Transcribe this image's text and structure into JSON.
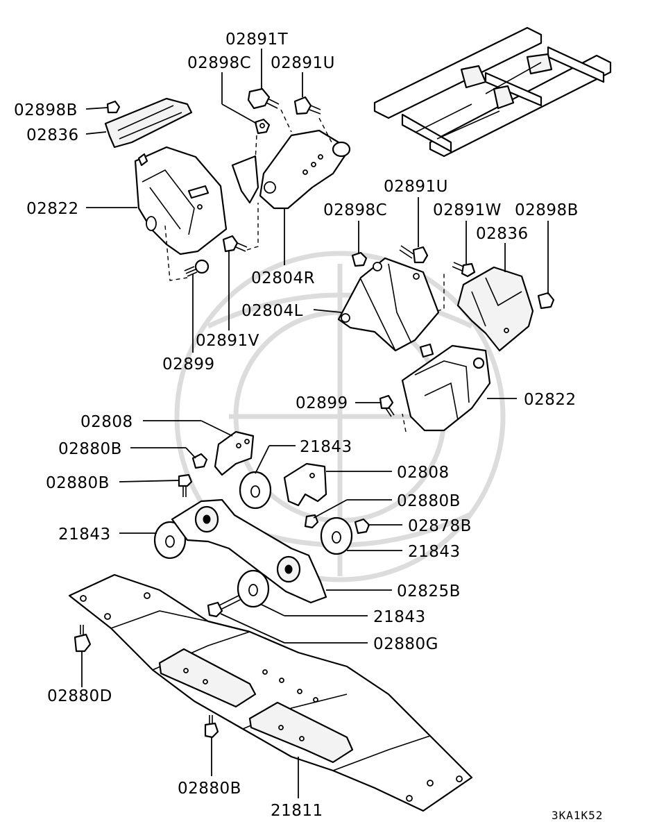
{
  "labels": {
    "l_02891T": "02891T",
    "l_02898C_top": "02898C",
    "l_02891U_top": "02891U",
    "l_02898B_top": "02898B",
    "l_02836_left": "02836",
    "l_02822_left": "02822",
    "l_02804R": "02804R",
    "l_02891V": "02891V",
    "l_02899_left": "02899",
    "l_02891U_mid": "02891U",
    "l_02898C_mid": "02898C",
    "l_02891W": "02891W",
    "l_02898B_right": "02898B",
    "l_02836_right": "02836",
    "l_02804L": "02804L",
    "l_02899_right": "02899",
    "l_02822_right": "02822",
    "l_02808_top": "02808",
    "l_02880B_1": "02880B",
    "l_02880B_2": "02880B",
    "l_21843_top": "21843",
    "l_02808_mid": "02808",
    "l_02880B_3": "02880B",
    "l_02878B": "02878B",
    "l_21843_left": "21843",
    "l_21843_right": "21843",
    "l_02825B": "02825B",
    "l_21843_bottom": "21843",
    "l_02880G": "02880G",
    "l_02880D": "02880D",
    "l_02880B_4": "02880B",
    "l_21811": "21811"
  },
  "diagram_code": "3KA1K52"
}
